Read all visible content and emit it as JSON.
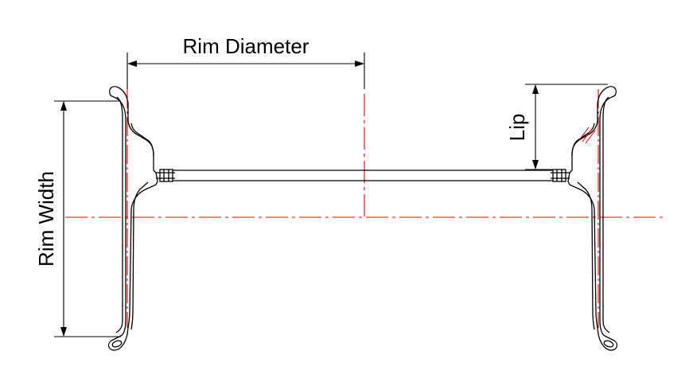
{
  "labels": {
    "rim_diameter": "Rim Diameter",
    "rim_width": "Rim Width",
    "lip": "Lip"
  },
  "colors": {
    "outline": "#000000",
    "centerline": "#e00000",
    "background": "#ffffff"
  }
}
